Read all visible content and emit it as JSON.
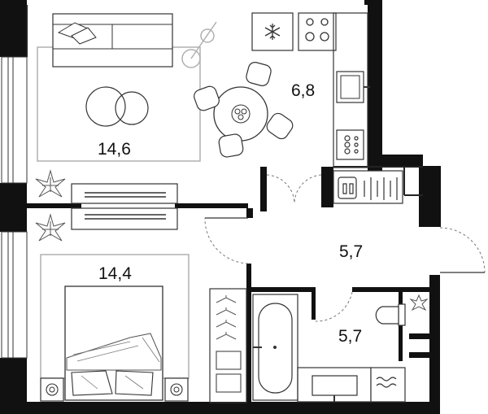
{
  "plan": {
    "colors": {
      "wall": "#111111",
      "line": "#333333",
      "furniture": "#555555",
      "light": "#b0b0b0",
      "background": "#ffffff"
    },
    "rooms": {
      "living": {
        "area": "14,6"
      },
      "kitchen": {
        "area": "6,8"
      },
      "hall": {
        "area": "5,7"
      },
      "bathroom": {
        "area": "5,7"
      },
      "bedroom": {
        "area": "14,4"
      }
    },
    "icons": {
      "fridge": "snowflake-icon",
      "stove": "stove-icon",
      "plant": "plant-icon"
    }
  }
}
